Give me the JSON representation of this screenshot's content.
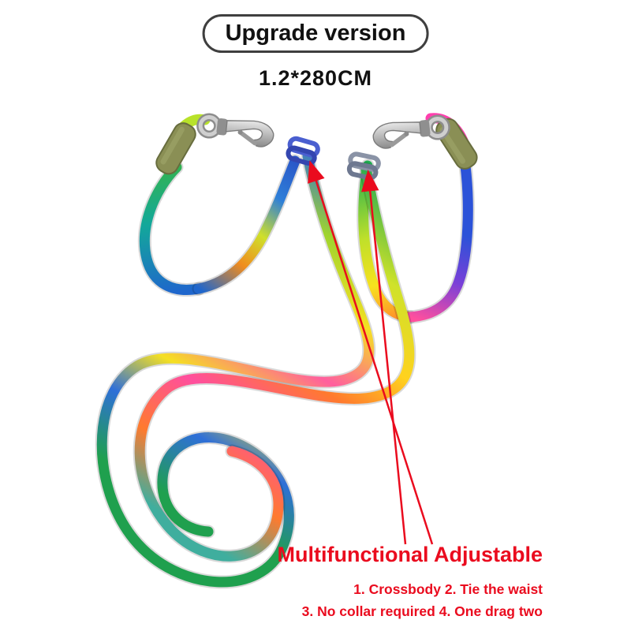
{
  "badge": {
    "label": "Upgrade version"
  },
  "size_label": "1.2*280CM",
  "annotations": {
    "title": "Multifunctional Adjustable",
    "line1": "1. Crossbody 2. Tie the waist",
    "line2": "3. No collar required 4. One drag two"
  },
  "colors": {
    "annotation_red": "#ea0b1e",
    "text_black": "#111111",
    "badge_border": "#3f3f3f",
    "background": "#ffffff",
    "sleeve_olive": "#8a8f55",
    "metal_silver": "#b8b8b8",
    "slider_blue": "#4a5fd0"
  },
  "product": {
    "parts": [
      "left-snap-hook",
      "right-snap-hook",
      "left-rope-loop",
      "right-rope-loop",
      "long-leash-rope",
      "left-crimp-sleeve",
      "right-crimp-sleeve",
      "left-rope-slider",
      "right-rope-slider",
      "pointer-arrows"
    ]
  }
}
